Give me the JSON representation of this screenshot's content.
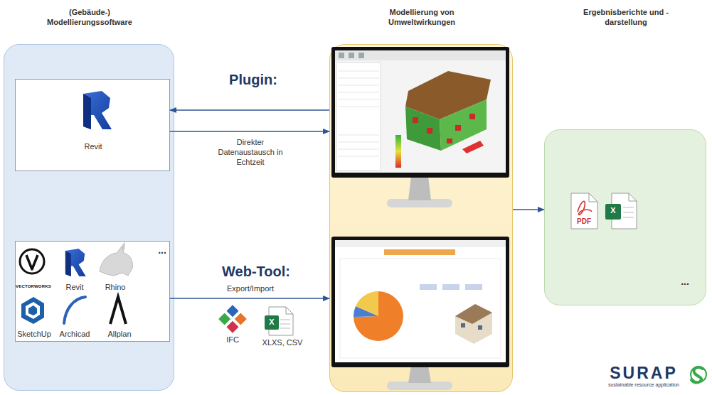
{
  "diagram": {
    "nodes": [
      {
        "text": [
          "(Gebäude-) Modellierungssoftware"
        ]
      },
      {
        "text": [
          "Revit"
        ],
        "in": 0
      },
      {
        "text": [
          "VECTORWORKS",
          "Revit",
          "Rhino",
          "...",
          "SketchUp",
          "Archicad",
          "Allplan"
        ],
        "in": 0
      },
      {
        "text": [
          "Modellierung von Umweltwirkungen"
        ]
      },
      {
        "text": [
          "Ergebnisberichte und -darstellung"
        ]
      }
    ],
    "edges": [
      {
        "from": 3,
        "to": 1,
        "arrow": "to"
      },
      {
        "from": 1,
        "to": 3,
        "label": "Direkter Datenaustausch in Echtzeit",
        "arrow": "to"
      },
      {
        "from": 2,
        "to": 3,
        "label": "Export/Import",
        "arrow": "to"
      },
      {
        "from": 3,
        "to": 4,
        "arrow": "to"
      }
    ],
    "labels": [
      "Plugin:",
      "Web-Tool:",
      "IFC",
      "XLXS, CSV",
      "PDF",
      "X",
      "X",
      "...",
      "SURAP",
      "sustainable resource application"
    ]
  }
}
